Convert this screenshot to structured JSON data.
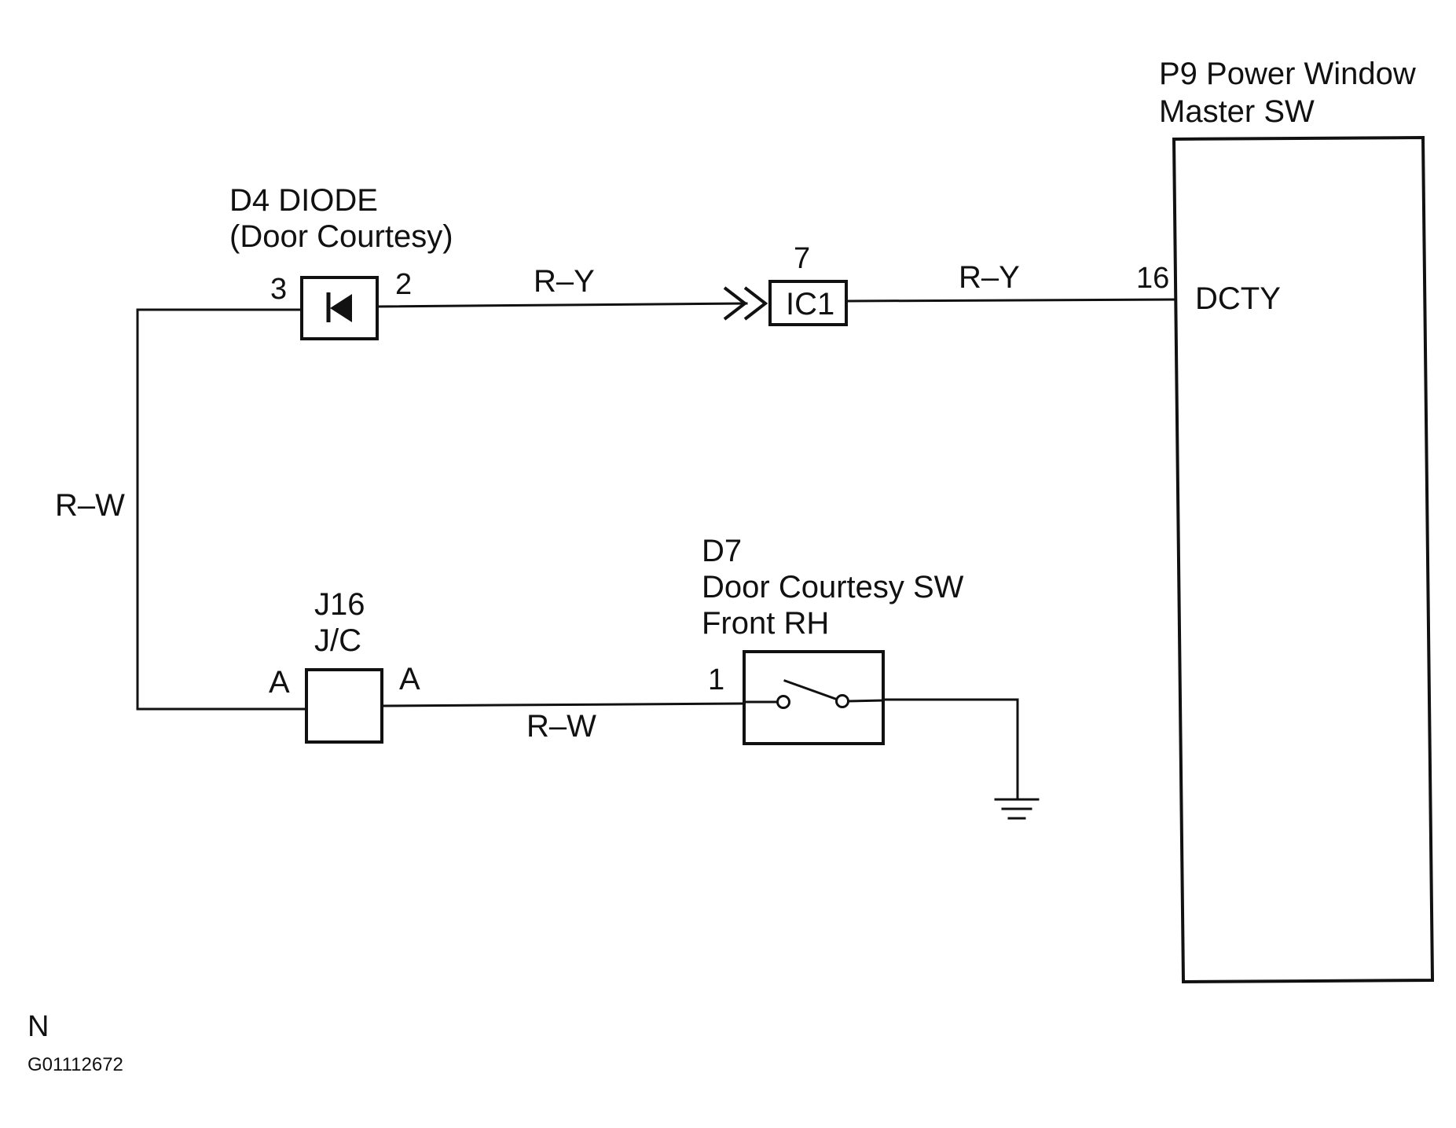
{
  "components": {
    "master_switch": {
      "title_line1": "P9 Power Window",
      "title_line2": "Master SW",
      "pin_number": "16",
      "pin_name": "DCTY"
    },
    "diode": {
      "title_line1": "D4 DIODE",
      "title_line2": "(Door Courtesy)",
      "pin_left": "3",
      "pin_right": "2"
    },
    "connector_ic1": {
      "label": "IC1",
      "pin": "7"
    },
    "junction_connector": {
      "title_line1": "J16",
      "title_line2": "J/C",
      "pin_left": "A",
      "pin_right": "A"
    },
    "door_switch": {
      "title_line1": "D7",
      "title_line2": "Door Courtesy SW",
      "title_line3": "Front RH",
      "pin": "1"
    }
  },
  "wires": {
    "diode_to_ic1": "R–Y",
    "ic1_to_master": "R–Y",
    "left_vertical": "R–W",
    "jc_to_switch": "R–W"
  },
  "footer": {
    "mark": "N",
    "figure_id": "G01112672"
  }
}
